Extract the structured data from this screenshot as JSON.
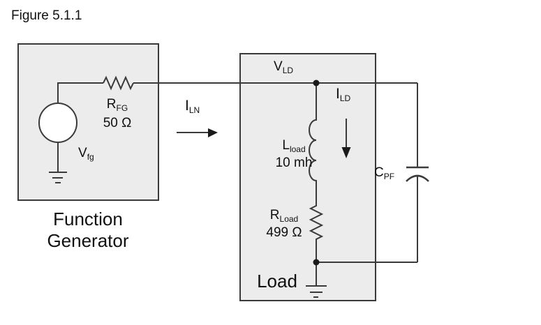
{
  "figure_title": "Figure 5.1.1",
  "palette": {
    "box_fill": "#ececec",
    "box_border": "#3a3a3a",
    "wire": "#3a3a3a",
    "text": "#101010"
  },
  "function_generator": {
    "caption_line1": "Function",
    "caption_line2": "Generator",
    "source_label": {
      "main": "V",
      "sub": "fg"
    },
    "resistor_label": {
      "main": "R",
      "sub": "FG"
    },
    "resistor_value": "50 Ω"
  },
  "line_current": {
    "main": "I",
    "sub": "LN"
  },
  "load": {
    "caption": "Load",
    "voltage_label": {
      "main": "V",
      "sub": "LD"
    },
    "current_label": {
      "main": "I",
      "sub": "LD"
    },
    "inductor_label": {
      "main": "L",
      "sub": "load"
    },
    "inductor_value": "10 mh",
    "resistor_label": {
      "main": "R",
      "sub": "Load"
    },
    "resistor_value": "499 Ω"
  },
  "capacitor_label": {
    "main": "C",
    "sub": "PF"
  }
}
